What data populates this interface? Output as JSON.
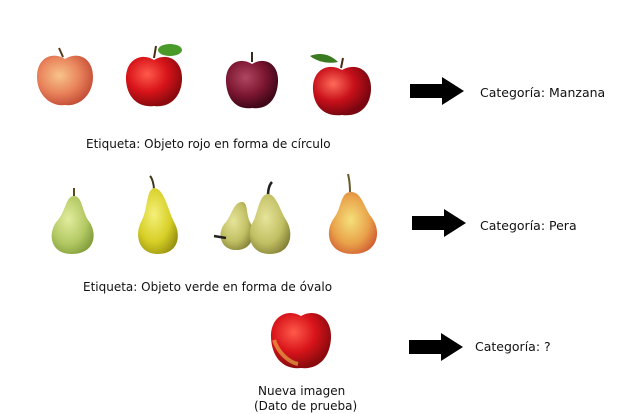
{
  "rows": [
    {
      "id": "apple",
      "label": "Etiqueta: Objeto rojo en forma de círculo",
      "category": "Categoría: Manzana",
      "fruit_icons": [
        "apple-icon",
        "apple-icon",
        "apple-icon",
        "apple-icon"
      ]
    },
    {
      "id": "pear",
      "label": "Etiqueta: Objeto verde en forma de óvalo",
      "category": "Categoría: Pera",
      "fruit_icons": [
        "pear-icon",
        "pear-icon",
        "pear-pair-icon",
        "pear-icon"
      ]
    }
  ],
  "test": {
    "caption_line1": "Nueva imagen",
    "caption_line2": "(Dato de prueba)",
    "category": "Categoría: ?",
    "fruit_icon": "apple-icon"
  },
  "colors": {
    "arrow": "#000000",
    "apple_red": "#c8141a",
    "apple_dark_red": "#6a1028",
    "apple_pale": "#e88a60",
    "pear_green": "#b9cf6a",
    "pear_yellow": "#d9d42a",
    "leaf_green": "#4a8a2a"
  }
}
